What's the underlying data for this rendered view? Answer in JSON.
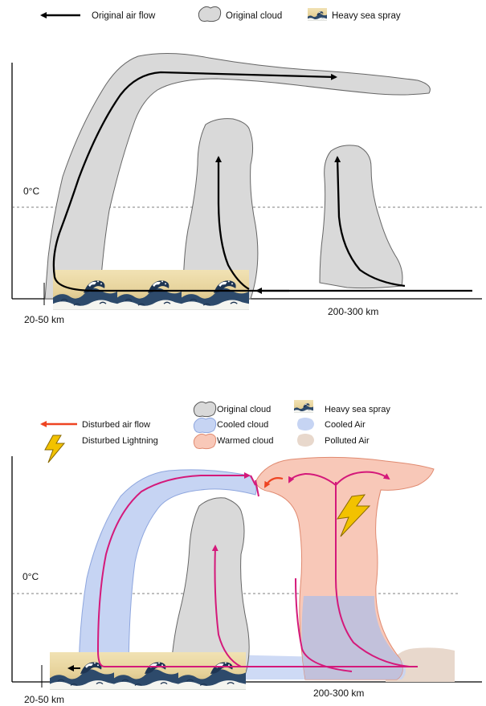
{
  "colors": {
    "original_cloud": "#d9d9d9",
    "cooled_cloud": "#c6d4f3",
    "warmed_cloud": "#f8c8b8",
    "polluted_air": "#e8d8cc",
    "original_flow": "#000000",
    "disturbed_flow": "#d4197a",
    "disturbed_flow_legend": "#ee4422",
    "lightning": "#f2c200"
  },
  "icons": [
    "left-arrow-icon",
    "cloud-icon",
    "sea-spray-icon",
    "lightning-icon",
    "wave-icon"
  ],
  "top_panel": {
    "legend": {
      "original_air_flow": "Original air flow",
      "original_cloud": "Original cloud",
      "heavy_sea_spray": "Heavy sea spray"
    },
    "freezing_label": "0°C",
    "scale_near": "20-50 km",
    "scale_far": "200-300 km"
  },
  "bottom_panel": {
    "legend": {
      "original_cloud": "Original cloud",
      "heavy_sea_spray": "Heavy sea spray",
      "disturbed_air_flow": "Disturbed air flow",
      "cooled_cloud": "Cooled cloud",
      "cooled_air": "Cooled Air",
      "disturbed_lightning": "Disturbed Lightning",
      "warmed_cloud": "Warmed cloud",
      "polluted_air": "Polluted Air"
    },
    "freezing_label": "0°C",
    "scale_near": "20-50 km",
    "scale_far": "200-300 km"
  }
}
